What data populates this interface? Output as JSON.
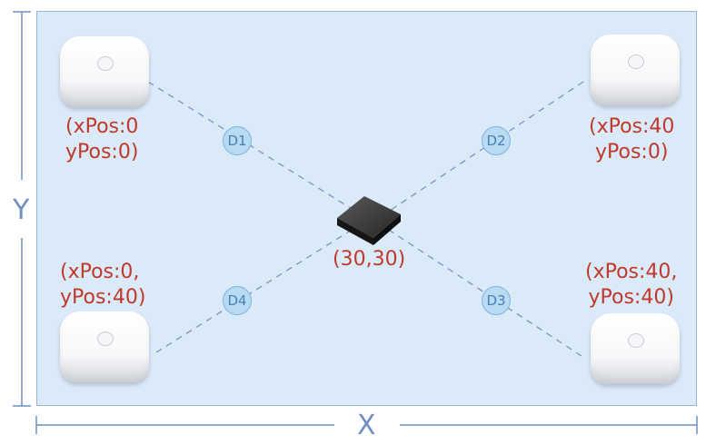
{
  "axes": {
    "x_label": "X",
    "y_label": "Y"
  },
  "access_points": [
    {
      "id": "ap-top-left",
      "line1": "(xPos:0",
      "line2": "yPos:0)"
    },
    {
      "id": "ap-top-right",
      "line1": "(xPos:40",
      "line2": "yPos:0)"
    },
    {
      "id": "ap-bottom-left",
      "line1": "(xPos:0,",
      "line2": "yPos:40)"
    },
    {
      "id": "ap-bottom-right",
      "line1": "(xPos:40,",
      "line2": "yPos:40)"
    }
  ],
  "gateway": {
    "label": "(30,30)"
  },
  "distances": {
    "d1": "D1",
    "d2": "D2",
    "d3": "D3",
    "d4": "D4"
  },
  "colors": {
    "room_fill": "#dbeaf9",
    "coordinate_text": "#c0392b",
    "dashed_line": "#7a94bd",
    "distance_badge": "#b8daf3",
    "axis": "#6f8fc0"
  }
}
